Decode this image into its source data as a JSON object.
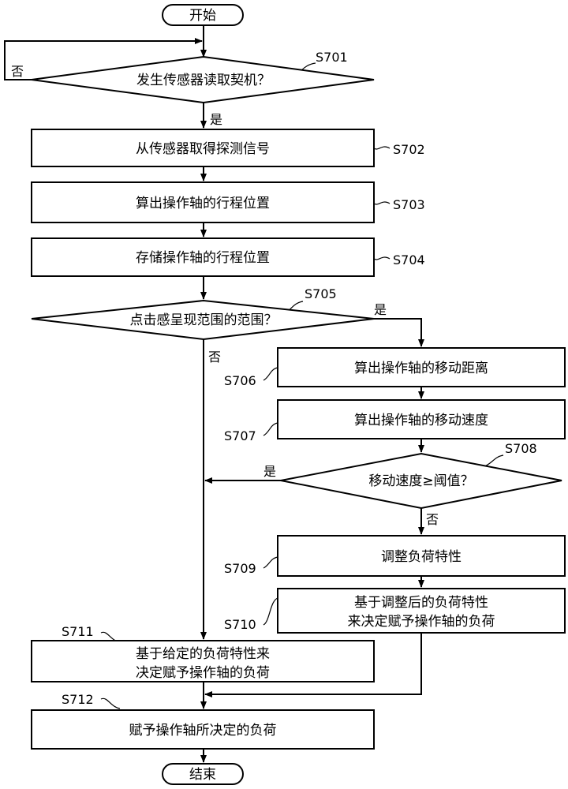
{
  "flowchart": {
    "start": {
      "text": "开始"
    },
    "end": {
      "text": "结束"
    },
    "s701": {
      "step": "S701",
      "text": "发生传感器读取契机？",
      "yes": "是",
      "no": "否"
    },
    "s702": {
      "step": "S702",
      "text": "从传感器取得探测信号"
    },
    "s703": {
      "step": "S703",
      "text": "算出操作轴的行程位置"
    },
    "s704": {
      "step": "S704",
      "text": "存储操作轴的行程位置"
    },
    "s705": {
      "step": "S705",
      "text": "点击感呈现范围的范围？",
      "yes": "是",
      "no": "否"
    },
    "s706": {
      "step": "S706",
      "text": "算出操作轴的移动距离"
    },
    "s707": {
      "step": "S707",
      "text": "算出操作轴的移动速度"
    },
    "s708": {
      "step": "S708",
      "text": "移动速度≥阈值？",
      "yes": "是",
      "no": "否"
    },
    "s709": {
      "step": "S709",
      "text": "调整负荷特性"
    },
    "s710": {
      "step": "S710",
      "line1": "基于调整后的负荷特性",
      "line2": "来决定赋予操作轴的负荷"
    },
    "s711": {
      "step": "S711",
      "line1": "基于给定的负荷特性来",
      "line2": "决定赋予操作轴的负荷"
    },
    "s712": {
      "step": "S712",
      "text": "赋予操作轴所决定的负荷"
    }
  }
}
